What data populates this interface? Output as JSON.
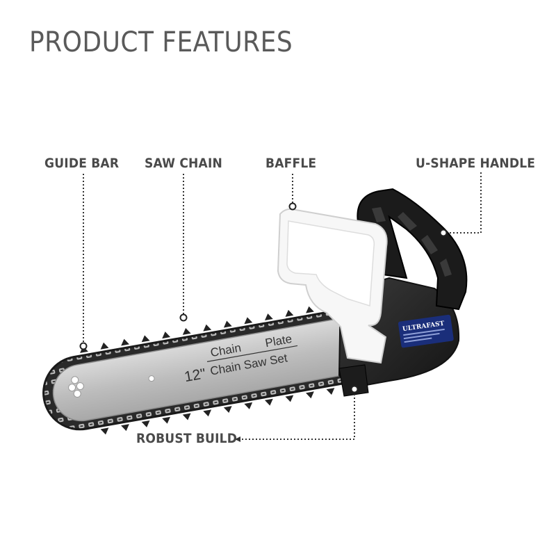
{
  "heading": "PRODUCT FEATURES",
  "callouts": {
    "guide_bar": "GUIDE BAR",
    "saw_chain": "SAW CHAIN",
    "baffle": "BAFFLE",
    "u_shape_handle": "U-SHAPE HANDLE",
    "robust_build": "ROBUST BUILD"
  },
  "product": {
    "bar_text_line1_left": "Chain",
    "bar_text_line1_right": "Plate",
    "bar_size": "12\"",
    "bar_text_line2": "Chain Saw Set",
    "brand": "ULTRAFAST"
  }
}
